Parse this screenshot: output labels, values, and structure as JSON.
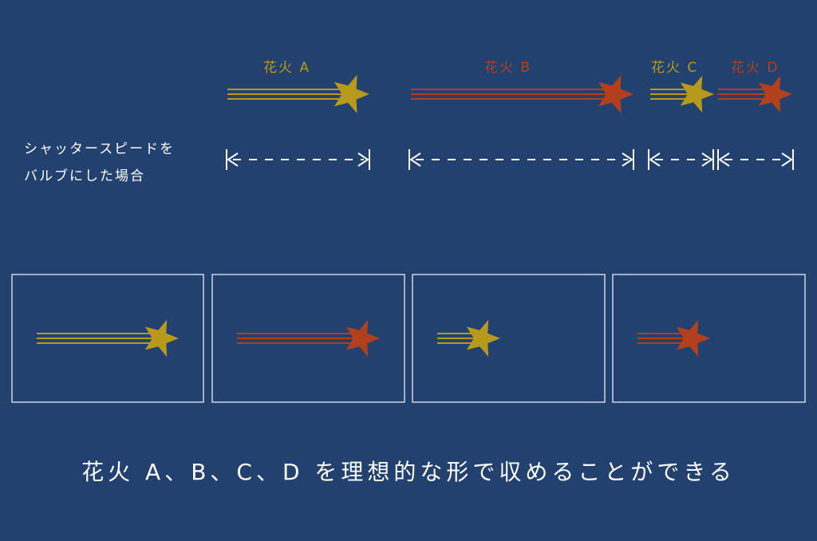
{
  "colors": {
    "background": "#22416f",
    "gold": "#b79a1c",
    "red": "#b2401c",
    "white": "#ffffff",
    "frame": "#cfd6e4"
  },
  "description_label": {
    "line1": "シャッタースピードを",
    "line2": "バルブにした場合"
  },
  "fireworks": [
    {
      "id": "a",
      "label": "花火 A",
      "color": "gold"
    },
    {
      "id": "b",
      "label": "花火 B",
      "color": "red"
    },
    {
      "id": "c",
      "label": "花火 C",
      "color": "gold"
    },
    {
      "id": "d",
      "label": "花火 D",
      "color": "red"
    }
  ],
  "icons": {
    "star": "star-icon",
    "arrow": "double-arrow-icon",
    "frame": "photo-frame"
  },
  "caption": "花火 A、B、C、D を理想的な形で収めることができる"
}
